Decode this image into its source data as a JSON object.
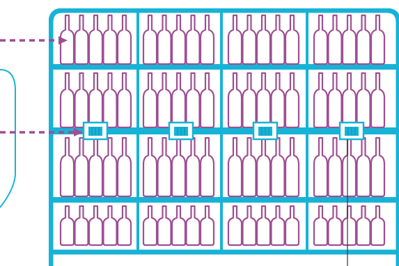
{
  "colors": {
    "background": "#ffffff",
    "rack_frame": "#17b3d6",
    "bottle_outline": "#9e4f92",
    "arrow": "#9e4f92",
    "shelf_sensor": "#17b3d6",
    "leader_line": "#333333"
  },
  "rack": {
    "shelf_rows": 4,
    "bottle_bays_per_row": 4,
    "bottles_per_bay": 5
  },
  "sensors": {
    "count": 4,
    "icon": "shelf-sensor-icon"
  },
  "arrows": {
    "count": 2,
    "style": "dashed"
  },
  "side_connector": {
    "icon": "curved-connector-line"
  }
}
